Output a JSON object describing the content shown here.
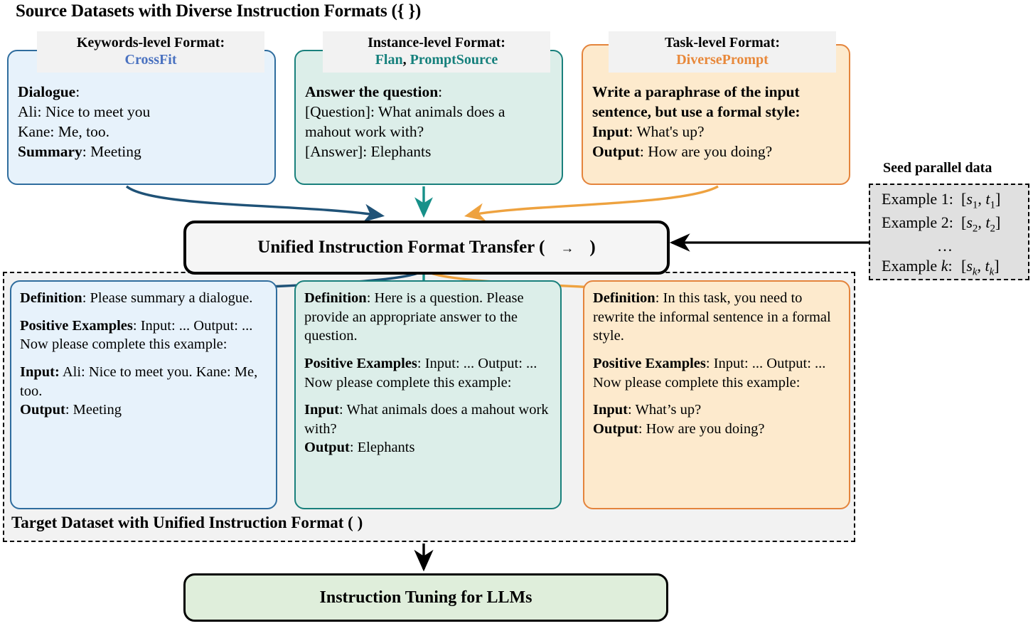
{
  "title": "Source Datasets with Diverse Instruction Formats ({    })",
  "source_formats": [
    {
      "header_label": "Keywords-level Format:",
      "dataset_names": [
        "CrossFit"
      ],
      "accent": "#4a72c0",
      "lines": [
        {
          "bold": "Dialogue",
          "rest": ":"
        },
        {
          "bold": "",
          "rest": "Ali: Nice to meet you"
        },
        {
          "bold": "",
          "rest": "Kane: Me, too."
        },
        {
          "bold": "Summary",
          "rest": ": Meeting"
        }
      ]
    },
    {
      "header_label": "Instance-level Format:",
      "dataset_names": [
        "Flan",
        "PromptSource"
      ],
      "accent": "#15807c",
      "lines": [
        {
          "bold": "Answer the question",
          "rest": ":"
        },
        {
          "bold": "",
          "rest": "[Question]: What animals does a"
        },
        {
          "bold": "",
          "rest": "mahout work with?"
        },
        {
          "bold": "",
          "rest": "[Answer]: Elephants"
        }
      ]
    },
    {
      "header_label": "Task-level Format:",
      "dataset_names": [
        "DiversePrompt"
      ],
      "accent": "#e8883a",
      "lines": [
        {
          "bold": "Write a paraphrase of the input",
          "rest": ""
        },
        {
          "bold": "sentence, but use a formal style:",
          "rest": ""
        },
        {
          "bold": "Input",
          "rest": ": What's up?"
        },
        {
          "bold": "Output",
          "rest": ": How are you doing?"
        }
      ]
    }
  ],
  "transfer": {
    "text_before": "Unified Instruction Format Transfer (",
    "arrow": "→",
    "text_after": ")"
  },
  "seed": {
    "title": "Seed parallel data",
    "rows": [
      {
        "label": "Example 1:",
        "value": "[s₁, t₁]"
      },
      {
        "label": "Example 2:",
        "value": "[s₂, t₂]"
      },
      {
        "label": "",
        "value": "…"
      },
      {
        "label": "Example k:",
        "value": "[sₖ, tₖ]"
      }
    ]
  },
  "target_caption": "Target Dataset with Unified Instruction Format (   )",
  "target_cards": [
    {
      "theme": "blue",
      "blocks": [
        {
          "label": "Definition",
          "sep": ": ",
          "body": "Please summary a dialogue."
        },
        {
          "label": "Positive Examples",
          "sep": ": ",
          "body": "Input: ... Output: ... Now please complete this example:"
        },
        {
          "label": "Input:",
          "sep": " ",
          "body": "Ali: Nice to meet you. Kane: Me, too."
        },
        {
          "label": "Output",
          "sep": ": ",
          "body": "Meeting"
        }
      ]
    },
    {
      "theme": "teal",
      "blocks": [
        {
          "label": "Definition",
          "sep": ": ",
          "body": "Here is a question. Please provide an appropriate answer to the question."
        },
        {
          "label": "Positive Examples",
          "sep": ": ",
          "body": "Input: ... Output: ... Now please complete this example:"
        },
        {
          "label": "Input",
          "sep": ": ",
          "body": "What animals does a mahout work with?"
        },
        {
          "label": "Output",
          "sep": ": ",
          "body": "Elephants"
        }
      ]
    },
    {
      "theme": "orange",
      "blocks": [
        {
          "label": "Definition",
          "sep": ": ",
          "body": "In this task, you need to rewrite the informal sentence in a formal style."
        },
        {
          "label": "Positive Examples",
          "sep": ": ",
          "body": "Input: ... Output: ... Now please complete this example:"
        },
        {
          "label": "Input",
          "sep": ": ",
          "body": "What’s up?"
        },
        {
          "label": "Output",
          "sep": ": ",
          "body": "How are you doing?"
        }
      ]
    }
  ],
  "tuning": {
    "label": "Instruction Tuning for LLMs"
  },
  "colors": {
    "blue_border": "#2f6d9e",
    "blue_fill": "#e7f2fb",
    "teal_border": "#19807c",
    "teal_fill": "#dceee9",
    "orange_border": "#e4843c",
    "orange_fill": "#fdeacd",
    "green_fill": "#dfeedb",
    "arrow_blue": "#1f5277",
    "arrow_teal": "#179089",
    "arrow_orange": "#eea23f"
  }
}
